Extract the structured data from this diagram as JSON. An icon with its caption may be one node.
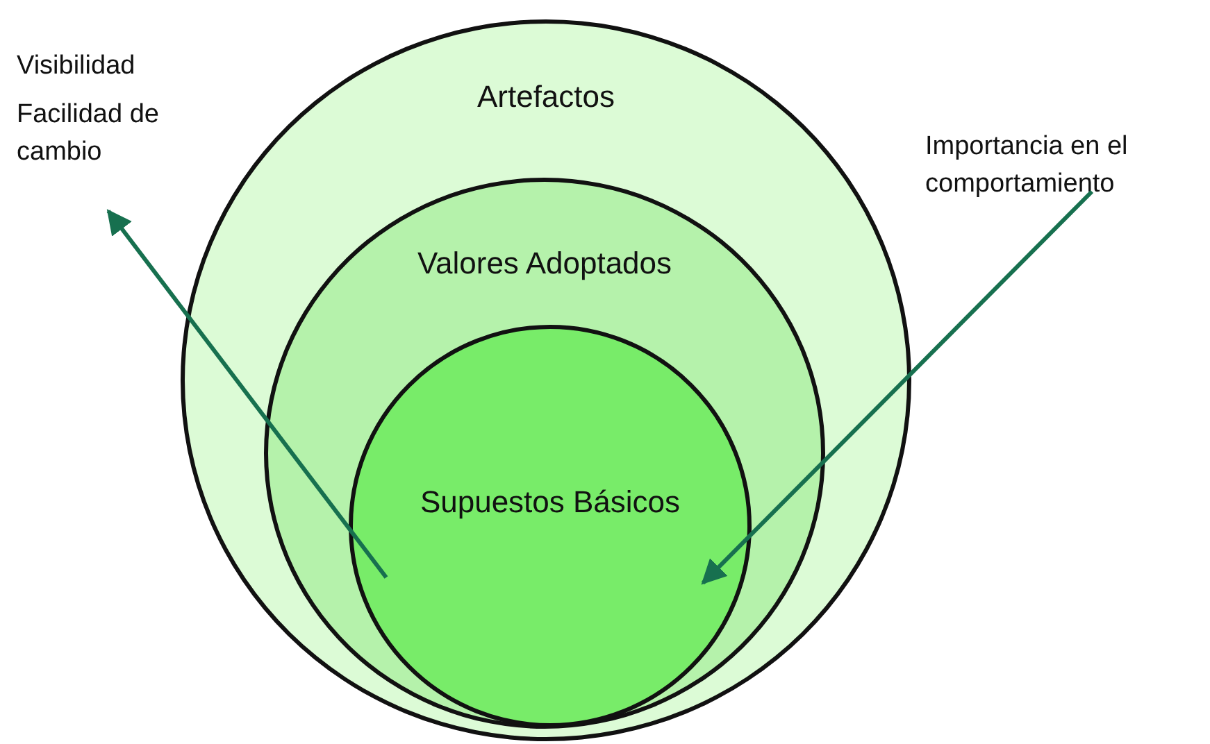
{
  "diagram": {
    "nodes": [
      {
        "text": [
          "Artefactos"
        ]
      },
      {
        "text": [
          "Valores Adoptados"
        ],
        "in": 0
      },
      {
        "text": [
          "Supuestos Básicos"
        ],
        "in": 1
      },
      {
        "text": [
          "Visibilidad",
          "Facilidad de cambio"
        ]
      },
      {
        "text": [
          "Importancia en el comportamiento"
        ]
      }
    ],
    "edges": [
      {
        "from": 2,
        "to": 3,
        "arrow": "to"
      },
      {
        "from": 4,
        "to": 2,
        "arrow": "to"
      }
    ]
  }
}
